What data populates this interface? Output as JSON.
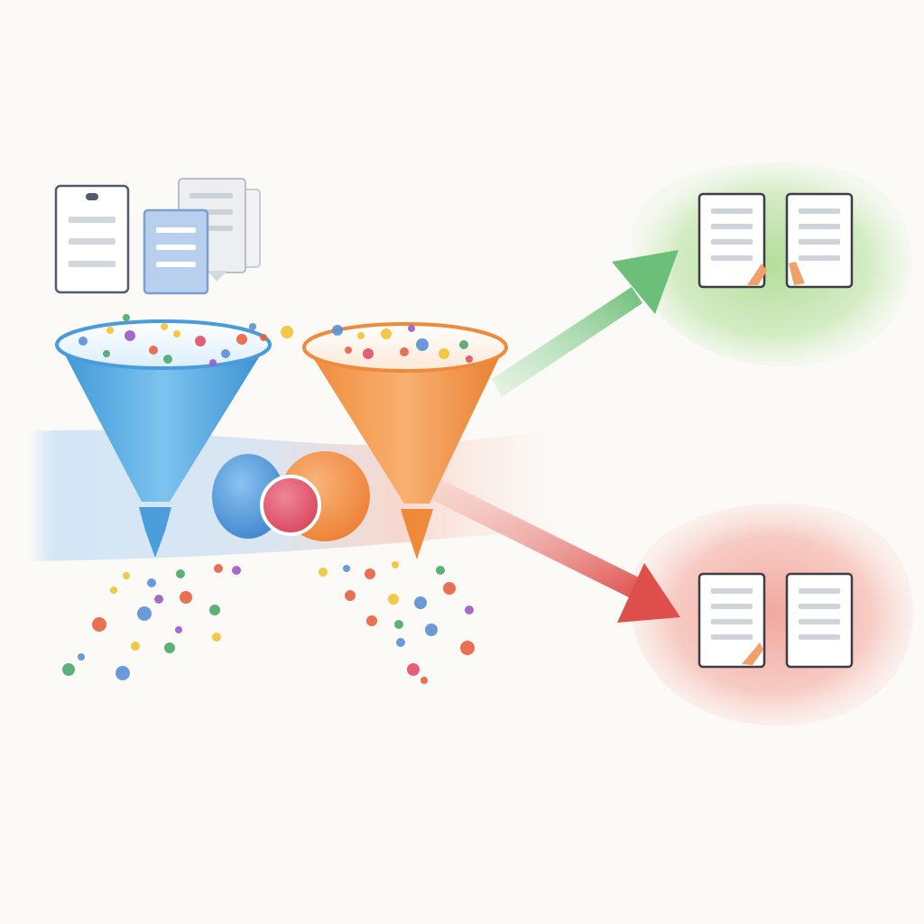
{
  "colors": {
    "background": "#fbfaf7",
    "funnel_primary": "#5aaee4",
    "funnel_secondary": "#f39a4e",
    "accept_arrow": "#6dbf7a",
    "accept_zone": "#bfe3a4",
    "reject_arrow": "#e05a55",
    "reject_zone": "#f3b3ad",
    "overlap_ball": "#df5a6c",
    "document_stroke": "#4d4d5a",
    "document_lines": "#cfd3da",
    "document_stack": "#b9d1ee"
  },
  "particle_colors": [
    "#e8603f",
    "#4aa86a",
    "#f2c232",
    "#5b8fd6",
    "#9a5cc4",
    "#e24f67"
  ],
  "icons": {
    "source_documents": "document-stack-icon",
    "filter_primary": "funnel-icon",
    "filter_secondary": "funnel-icon",
    "accepted_output": "document-pair-icon",
    "rejected_output": "document-pair-icon",
    "accept_path": "arrow-up-right-icon",
    "reject_path": "arrow-down-right-icon"
  },
  "diagram": {
    "stages": [
      "source-documents",
      "primary-filter",
      "secondary-filter"
    ],
    "outputs": [
      "accepted",
      "rejected"
    ],
    "outputs_per_zone": 2
  }
}
